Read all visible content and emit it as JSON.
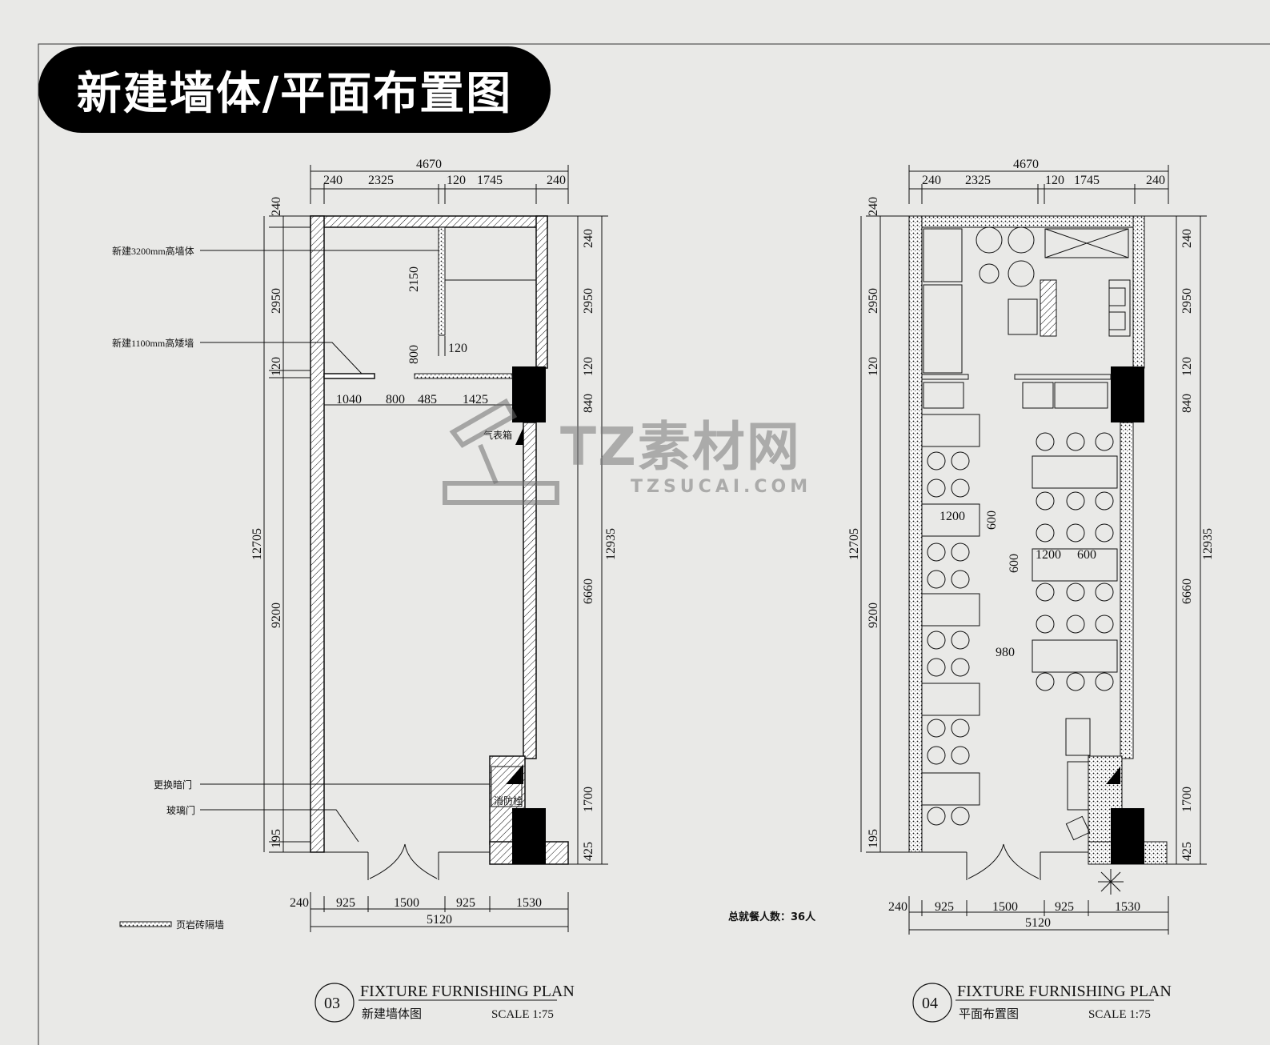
{
  "header": {
    "title": "新建墙体/平面布置图"
  },
  "watermark": {
    "brand": "TZ素材网",
    "url": "TZSUCAI.COM"
  },
  "plan_left": {
    "number": "03",
    "title_en": "FIXTURE FURNISHING PLAN",
    "title_cn": "新建墙体图",
    "scale": "SCALE 1:75",
    "dims_top": {
      "total": "4670",
      "segments": [
        "240",
        "2325",
        "120",
        "1745",
        "240"
      ]
    },
    "dims_bottom": {
      "total": "5120",
      "segments": [
        "240",
        "925",
        "1500",
        "925",
        "1530"
      ]
    },
    "dims_left": {
      "total": "12705",
      "segments": [
        "240",
        "2950",
        "120",
        "9200",
        "195"
      ]
    },
    "dims_right": {
      "total": "12935",
      "segments": [
        "240",
        "2950",
        "120",
        "840",
        "6660",
        "1700",
        "425"
      ]
    },
    "inner_dims": [
      "2150",
      "800",
      "120",
      "1040",
      "800",
      "485",
      "1425"
    ],
    "labels": {
      "wall_3200": "新建3200mm高墙体",
      "wall_1100": "新建1100mm高矮墙",
      "replace_door": "更换暗门",
      "glass_door": "玻璃门",
      "meter_box": "气表箱",
      "hydrant": "消防栓"
    },
    "legend": "页岩砖隔墙"
  },
  "plan_right": {
    "number": "04",
    "title_en": "FIXTURE FURNISHING PLAN",
    "title_cn": "平面布置图",
    "scale": "SCALE 1:75",
    "dims_top": {
      "total": "4670",
      "segments": [
        "240",
        "2325",
        "120",
        "1745",
        "240"
      ]
    },
    "dims_bottom": {
      "total": "5120",
      "segments": [
        "240",
        "925",
        "1500",
        "925",
        "1530"
      ]
    },
    "dims_left": {
      "total": "12705",
      "segments": [
        "240",
        "2950",
        "120",
        "9200",
        "195"
      ]
    },
    "dims_right": {
      "total": "12935",
      "segments": [
        "240",
        "2950",
        "120",
        "840",
        "6660",
        "1700",
        "425"
      ]
    },
    "inner_dims": [
      "1200",
      "600",
      "600",
      "1200",
      "600",
      "980"
    ],
    "seating": "总就餐人数：36人"
  }
}
